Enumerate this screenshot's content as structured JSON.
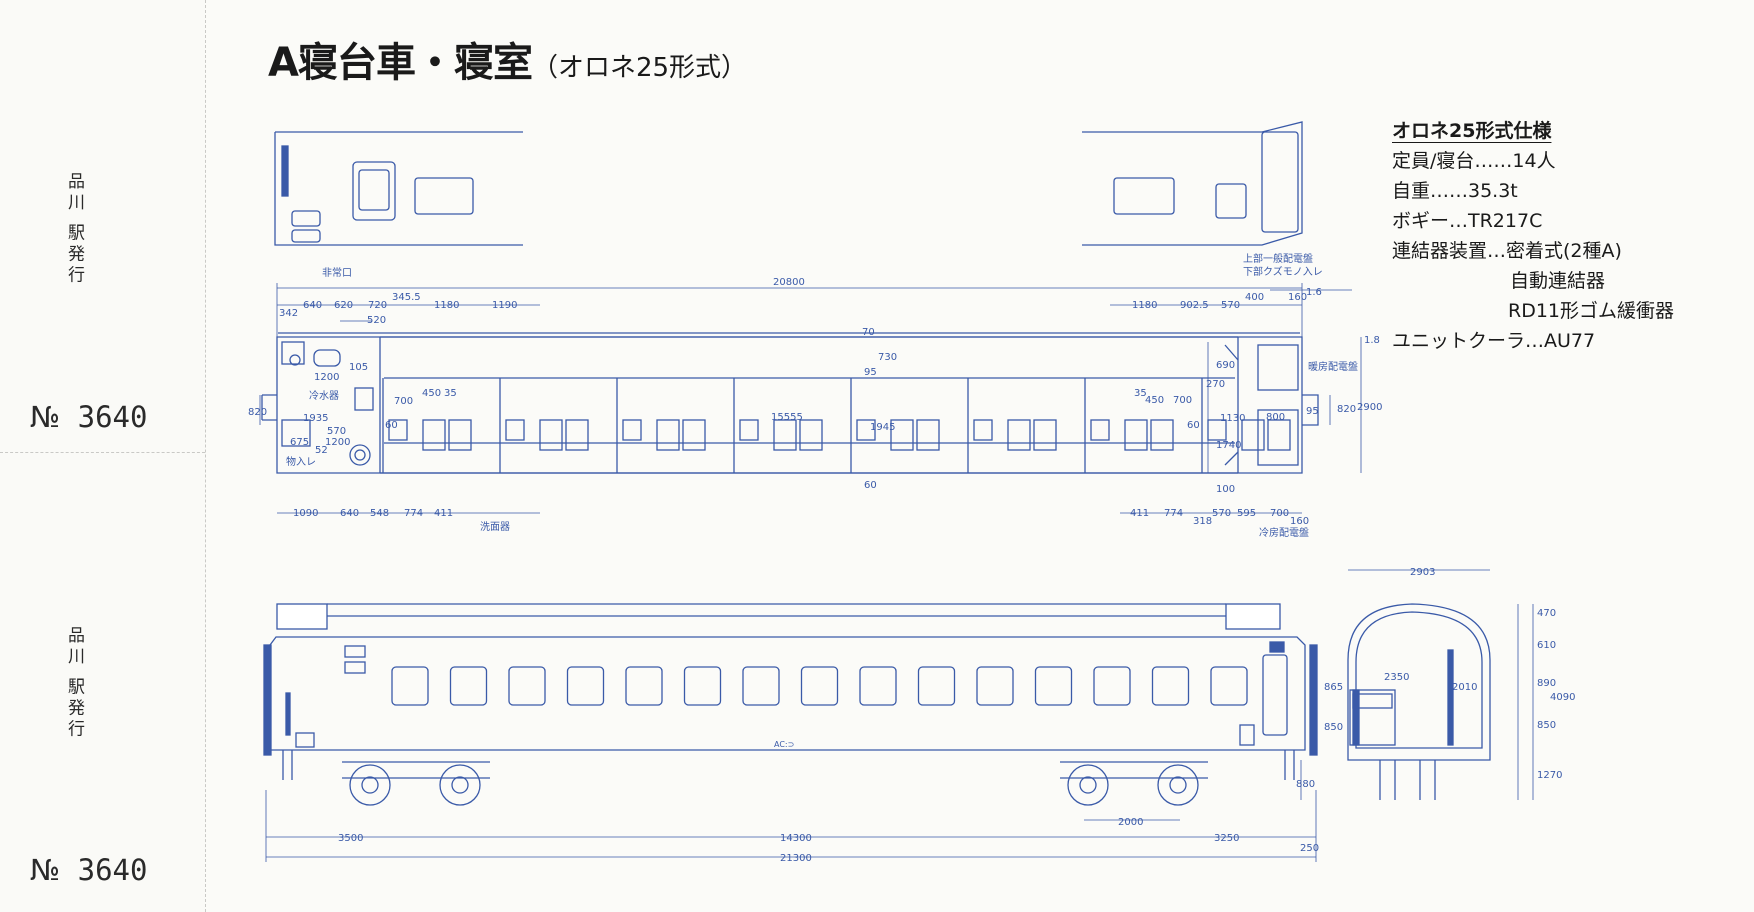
{
  "title": {
    "main": "A寝台車・寝室",
    "sub": "（オロネ25形式）"
  },
  "stub": {
    "station_issue_top": "品川 駅発行",
    "station_issue_bottom": "品川 駅発行",
    "serial_prefix": "№",
    "serial_number": "3640"
  },
  "specs": {
    "heading": "オロネ25形式仕様",
    "capacity": "定員/寝台……14人",
    "weight": "自重……35.3t",
    "bogie": "ボギー…TR217C",
    "coupler": "連結器装置…密着式(2種A)",
    "coupler_2": "自動連結器",
    "coupler_3": "RD11形ゴム緩衝器",
    "cooler": "ユニットクーラ…AU77"
  },
  "plan_labels": {
    "emergency_exit": "非常口",
    "water_cooler": "冷水器",
    "storage": "物入レ",
    "washbasin": "洗面器",
    "upper_panel": "上部一般配電盤",
    "lower_trash": "下部クズモノ入レ",
    "heater_panel": "暖房配電盤",
    "cooler_panel": "冷房配電盤",
    "car_marking": "AC:⊃"
  },
  "dims_top": {
    "overall": "20800",
    "d342": "342",
    "d640": "640",
    "d620": "620",
    "d720": "720",
    "d3455": "345.5",
    "d1180a": "1180",
    "d1190": "1190",
    "d520": "520",
    "d1180b": "1180",
    "d9025": "902.5",
    "d570": "570",
    "d400": "400",
    "d160": "160",
    "d16": "1.6",
    "d1200": "1200",
    "d105": "105",
    "d1935": "1935",
    "d570b": "570",
    "d1200b": "1200",
    "d675": "675",
    "d52": "52",
    "d700": "700",
    "d450": "450",
    "d35": "35",
    "d60": "60",
    "d15555": "15555",
    "d1945": "1945",
    "d70": "70",
    "d730": "730",
    "d95": "95",
    "d60b": "60",
    "d820": "820",
    "r35": "35",
    "r450": "450",
    "r700": "700",
    "r60": "60",
    "r270": "270",
    "r690": "690",
    "r1130": "1130",
    "r1740": "1740",
    "r100": "100",
    "r800": "800",
    "r820": "820",
    "r2900": "2900",
    "r18": "1.8",
    "r95": "95"
  },
  "dims_bottom_plan": {
    "d1090": "1090",
    "d640": "640",
    "d548": "548",
    "d774": "774",
    "d411": "411",
    "r411": "411",
    "r774": "774",
    "r318": "318",
    "r570": "570",
    "r595": "595",
    "r700": "700",
    "r160": "160"
  },
  "dims_side": {
    "d3500": "3500",
    "d14300": "14300",
    "d21300": "21300",
    "d2000": "2000",
    "d3250": "3250",
    "d250": "250",
    "d880": "880"
  },
  "dims_end": {
    "width": "2903",
    "h470": "470",
    "h610": "610",
    "h890": "890",
    "h4090": "4090",
    "h850": "850",
    "h1270": "1270",
    "h865": "865",
    "h850b": "850",
    "h2350": "2350",
    "h2010": "2010"
  }
}
